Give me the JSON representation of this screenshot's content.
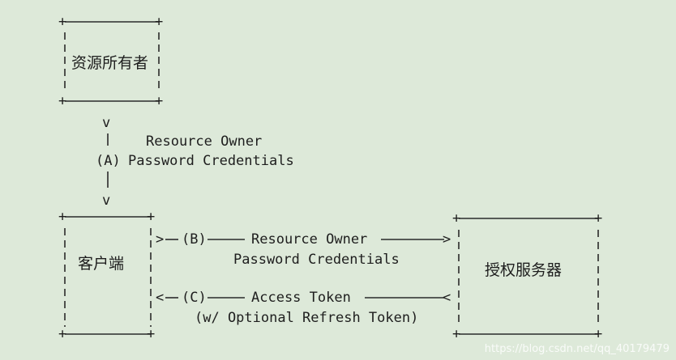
{
  "nodes": {
    "resource_owner": "资源所有者",
    "client": "客户端",
    "auth_server": "授权服务器"
  },
  "flows": {
    "a_label": "(A)",
    "a_line1": "Resource Owner",
    "a_line2": "Password Credentials",
    "b_label": "(B)",
    "b_line1": "Resource Owner",
    "b_line2": "Password Credentials",
    "c_label": "(C)",
    "c_line1": "Access Token",
    "c_line2": "(w/ Optional Refresh Token)"
  },
  "watermark": "https://blog.csdn.net/qq_40179479",
  "colors": {
    "background": "#dde9d9",
    "ink": "#1e1e1e"
  }
}
